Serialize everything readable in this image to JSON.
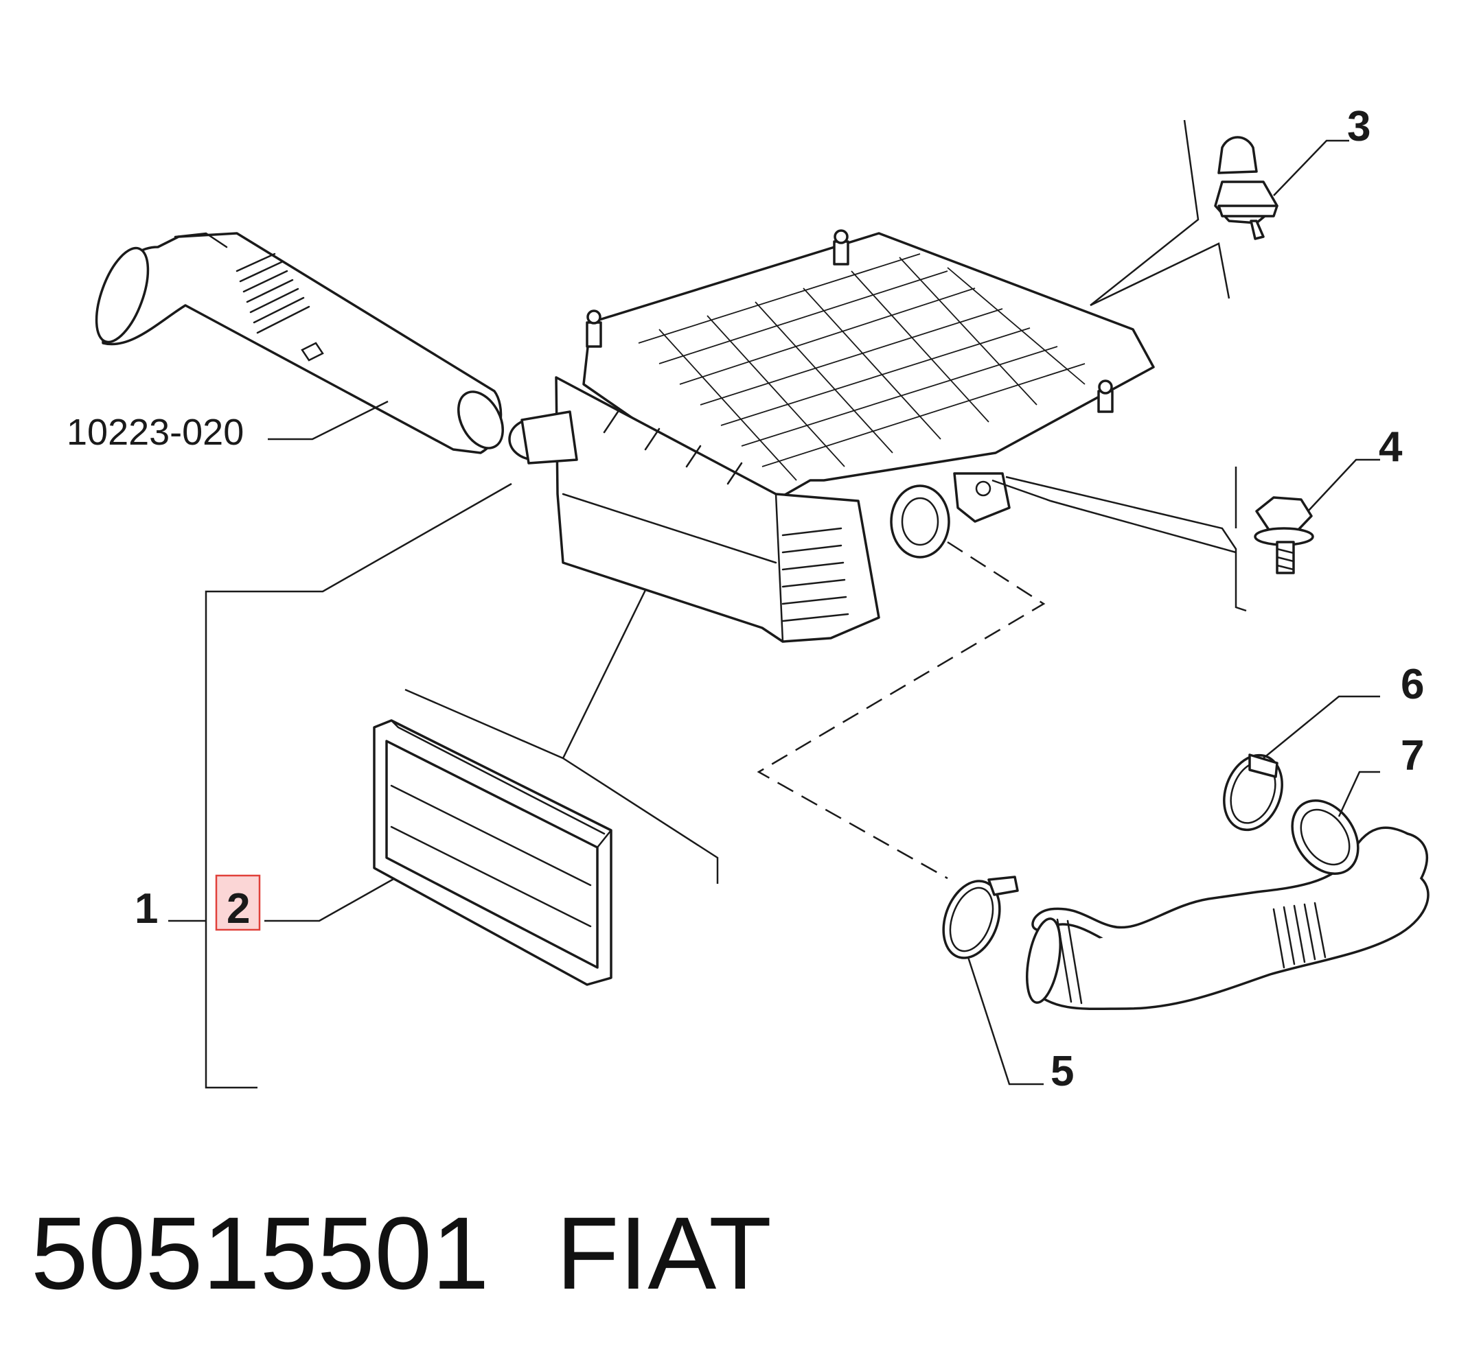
{
  "callouts": {
    "c1": "1",
    "c2": "2",
    "c3": "3",
    "c4": "4",
    "c5": "5",
    "c6": "6",
    "c7": "7",
    "ref_intake": "10223-020"
  },
  "highlight": {
    "stroke": "#e0403a",
    "fill": "#fbd6d6"
  },
  "footer": {
    "part_number": "50515501",
    "brand": "FIAT"
  }
}
